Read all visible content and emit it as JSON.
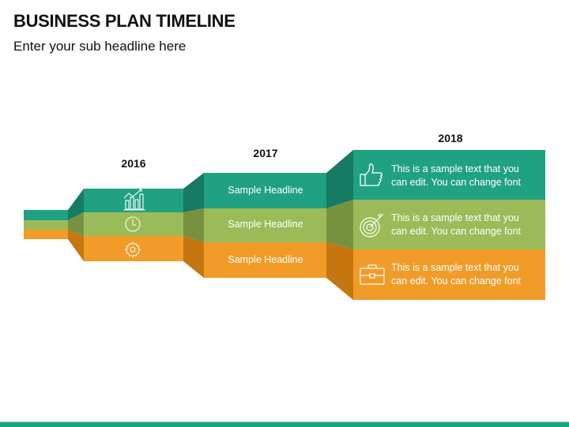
{
  "header": {
    "title": "BUSINESS PLAN TIMELINE",
    "subtitle": "Enter your sub headline here"
  },
  "colors": {
    "teal": "#1fa182",
    "teal_dark": "#177a62",
    "green": "#9bbb59",
    "green_dark": "#77923f",
    "orange": "#f19c28",
    "orange_dark": "#c6760f"
  },
  "timeline": {
    "stages": [
      {
        "year": "2016",
        "icons": [
          "bar-chart-growth-icon",
          "clock-icon",
          "gear-icon"
        ]
      },
      {
        "year": "2017",
        "rows": [
          {
            "label": "Sample Headline"
          },
          {
            "label": "Sample Headline"
          },
          {
            "label": "Sample Headline"
          }
        ]
      },
      {
        "year": "2018",
        "rows": [
          {
            "icon": "thumbs-up-icon",
            "line1": "This is a sample text that you",
            "line2": "can edit. You can change font"
          },
          {
            "icon": "target-icon",
            "line1": "This is a sample text that you",
            "line2": "can edit. You can change font"
          },
          {
            "icon": "briefcase-icon",
            "line1": "This is a sample text that you",
            "line2": "can edit. You can change font"
          }
        ]
      }
    ]
  }
}
